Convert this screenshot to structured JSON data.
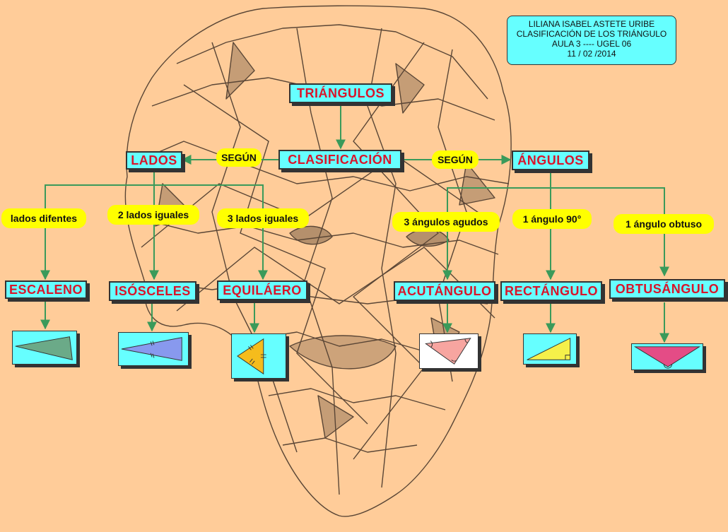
{
  "info_box": {
    "line1": "LILIANA ISABEL ASTETE URIBE",
    "line2": "CLASIFICACIÓN DE LOS TRIÁNGULO",
    "line3": "AULA 3 ---- UGEL 06",
    "line4": "11 / 02 /2014"
  },
  "nodes": {
    "triangulos": "TRIÁNGULOS",
    "clasificacion": "CLASIFICACIÓN",
    "lados": "LADOS",
    "angulos": "ÁNGULOS",
    "escaleno": "ESCALENO",
    "isosceles": "ISÓSCELES",
    "equilatero": "EQUILÁERO",
    "acutangulo": "ACUTÁNGULO",
    "rectangulo": "RECTÁNGULO",
    "obtusangulo": "OBTUSÁNGULO"
  },
  "links": {
    "segun_left": "SEGÚN",
    "segun_right": "SEGÚN",
    "lados_diferentes": "lados difentes",
    "dos_lados_iguales": "2 lados iguales",
    "tres_lados_iguales": "3 lados iguales",
    "tres_angulos_agudos": "3 ángulos agudos",
    "un_angulo_90": "1 ángulo 90°",
    "un_angulo_obtuso": "1 ángulo obtuso"
  },
  "colors": {
    "background": "#FFCC99",
    "node_fill": "#66FFFF",
    "node_text": "#D8152A",
    "link_fill": "#FFFF00",
    "connector": "#3A9A5A",
    "sketch": "#5A4636"
  }
}
